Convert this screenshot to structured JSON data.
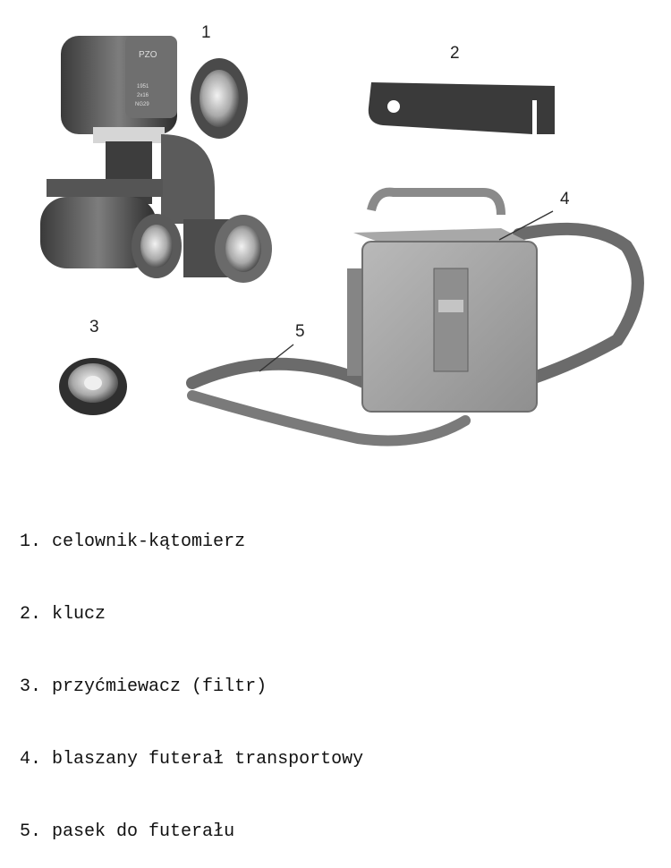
{
  "callouts": [
    "1",
    "2",
    "3",
    "4",
    "5"
  ],
  "device_marking": [
    "PZO",
    "1951",
    "2x16",
    "NG29"
  ],
  "legend": [
    {
      "n": "1.",
      "text": "celownik-kątomierz"
    },
    {
      "n": "2.",
      "text": "klucz"
    },
    {
      "n": "3.",
      "text": "przyćmiewacz (filtr)"
    },
    {
      "n": "4.",
      "text": "blaszany futerał transportowy"
    },
    {
      "n": "5.",
      "text": "pasek do futerału"
    }
  ]
}
